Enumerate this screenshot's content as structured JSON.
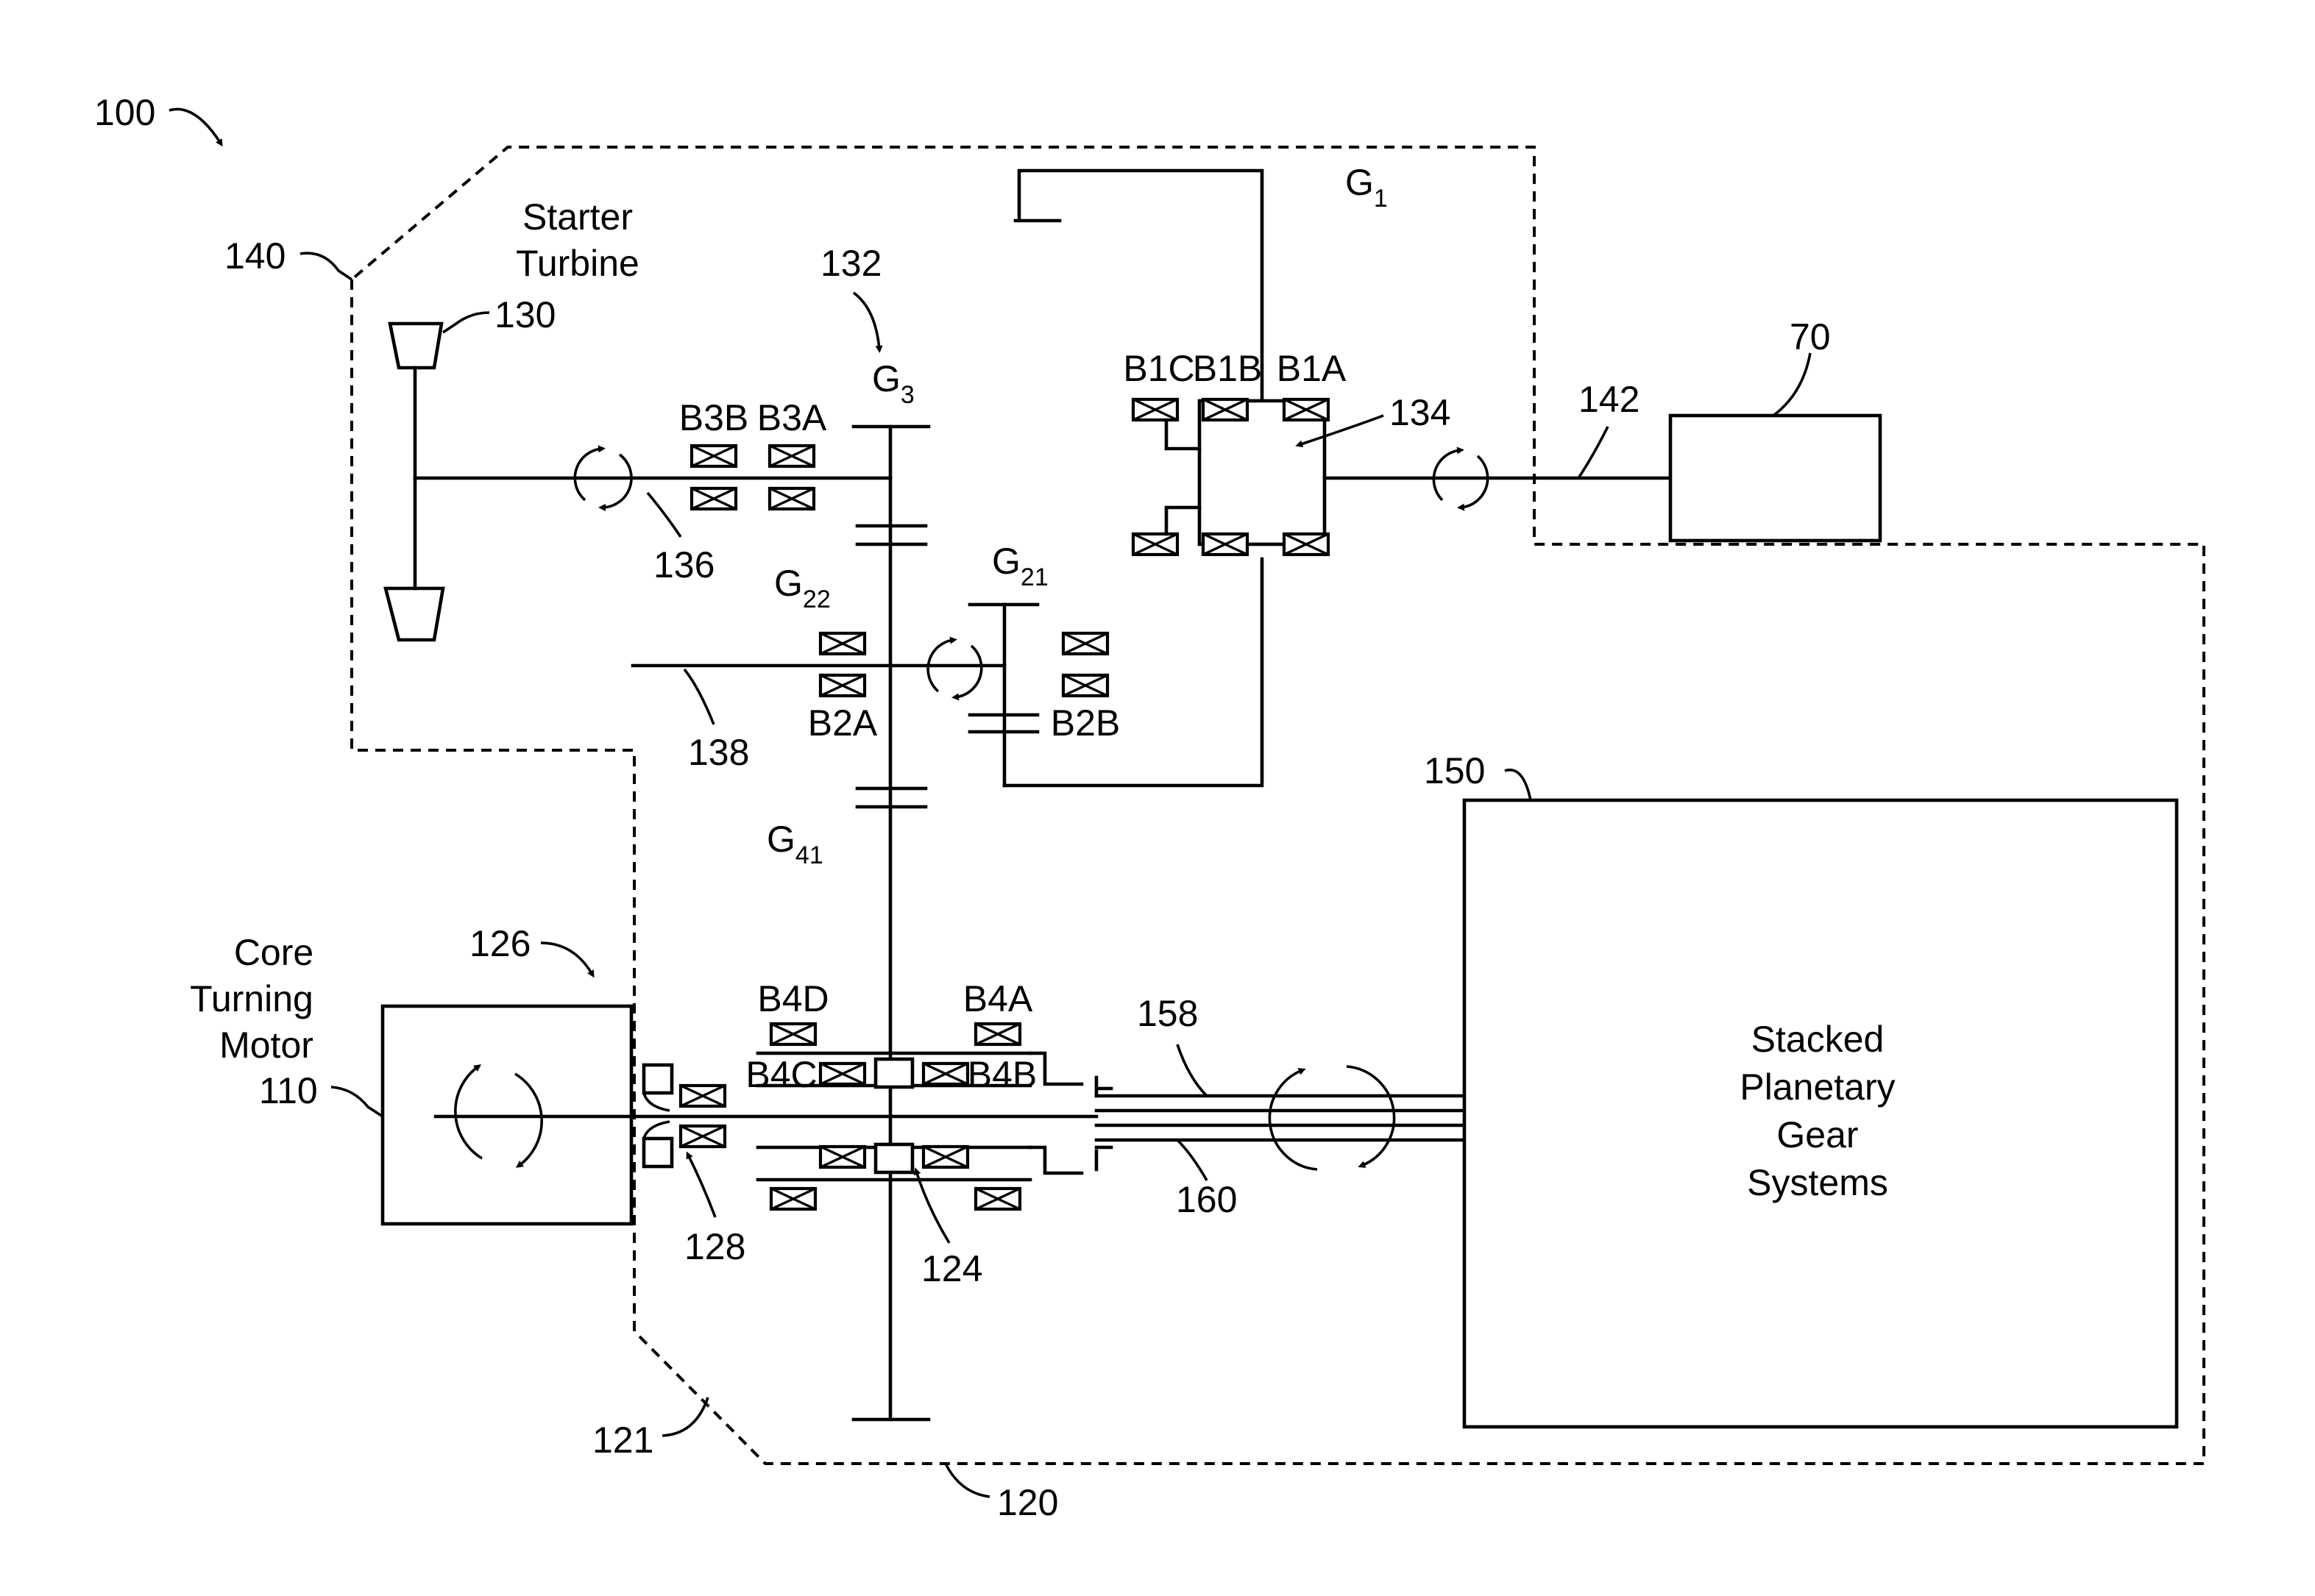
{
  "figure_ref": "100",
  "components": {
    "starter_turbine": {
      "label_line1": "Starter",
      "label_line2": "Turbine",
      "ref": "130"
    },
    "core_turning_motor": {
      "label_line1": "Core",
      "label_line2": "Turning",
      "label_line3": "Motor",
      "ref": "110"
    },
    "stacked_planetary": {
      "label_line1": "Stacked",
      "label_line2": "Planetary",
      "label_line3": "Gear",
      "label_line4": "Systems",
      "ref": "150"
    },
    "box_70": {
      "ref": "70"
    }
  },
  "refs": {
    "r140": "140",
    "r132": "132",
    "r134": "134",
    "r136": "136",
    "r138": "138",
    "r142": "142",
    "r126": "126",
    "r128": "128",
    "r124": "124",
    "r158": "158",
    "r160": "160",
    "r121": "121",
    "r120": "120"
  },
  "gears": {
    "g1": {
      "main": "G",
      "sub": "1"
    },
    "g3": {
      "main": "G",
      "sub": "3"
    },
    "g22": {
      "main": "G",
      "sub": "22"
    },
    "g21": {
      "main": "G",
      "sub": "21"
    },
    "g41": {
      "main": "G",
      "sub": "41"
    }
  },
  "bearings": {
    "b1a": "B1A",
    "b1b": "B1B",
    "b1c": "B1C",
    "b2a": "B2A",
    "b2b": "B2B",
    "b3a": "B3A",
    "b3b": "B3B",
    "b4a": "B4A",
    "b4b": "B4B",
    "b4c": "B4C",
    "b4d": "B4D"
  }
}
